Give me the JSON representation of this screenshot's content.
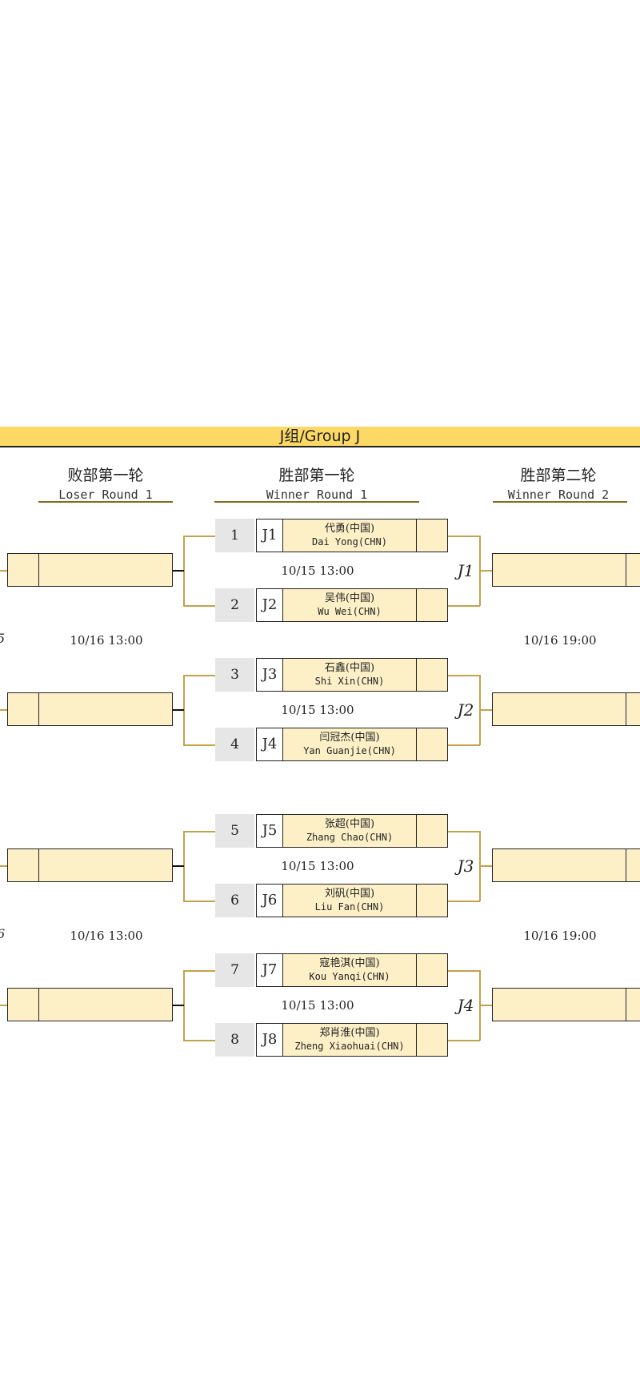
{
  "group": {
    "title": "J组/Group J"
  },
  "rounds": {
    "loser1": {
      "cn": "败部第一轮",
      "en": "Loser Round 1"
    },
    "winner1": {
      "cn": "胜部第一轮",
      "en": "Winner Round 1"
    },
    "winner2": {
      "cn": "胜部第二轮",
      "en": "Winner Round 2"
    }
  },
  "players": [
    {
      "seed": "1",
      "code": "J1",
      "cn": "代勇(中国)",
      "en": "Dai Yong(CHN)"
    },
    {
      "seed": "2",
      "code": "J2",
      "cn": "吴伟(中国)",
      "en": "Wu Wei(CHN)"
    },
    {
      "seed": "3",
      "code": "J3",
      "cn": "石鑫(中国)",
      "en": "Shi Xin(CHN)"
    },
    {
      "seed": "4",
      "code": "J4",
      "cn": "闫冠杰(中国)",
      "en": "Yan Guanjie(CHN)"
    },
    {
      "seed": "5",
      "code": "J5",
      "cn": "张超(中国)",
      "en": "Zhang Chao(CHN)"
    },
    {
      "seed": "6",
      "code": "J6",
      "cn": "刘矾(中国)",
      "en": "Liu Fan(CHN)"
    },
    {
      "seed": "7",
      "code": "J7",
      "cn": "寇艳淇(中国)",
      "en": "Kou Yanqi(CHN)"
    },
    {
      "seed": "8",
      "code": "J8",
      "cn": "郑肖淮(中国)",
      "en": "Zheng Xiaohuai(CHN)"
    }
  ],
  "matches": [
    {
      "label": "J1",
      "time": "10/15 13:00"
    },
    {
      "label": "J2",
      "time": "10/15 13:00"
    },
    {
      "label": "J3",
      "time": "10/15 13:00"
    },
    {
      "label": "J4",
      "time": "10/15 13:00"
    }
  ],
  "later_times": {
    "loser_a": "10/16 13:00",
    "winner_a": "10/16 19:00",
    "loser_b": "10/16 13:00",
    "winner_b": "10/16 19:00"
  },
  "edge_marks": {
    "a": "5",
    "b": "6"
  }
}
